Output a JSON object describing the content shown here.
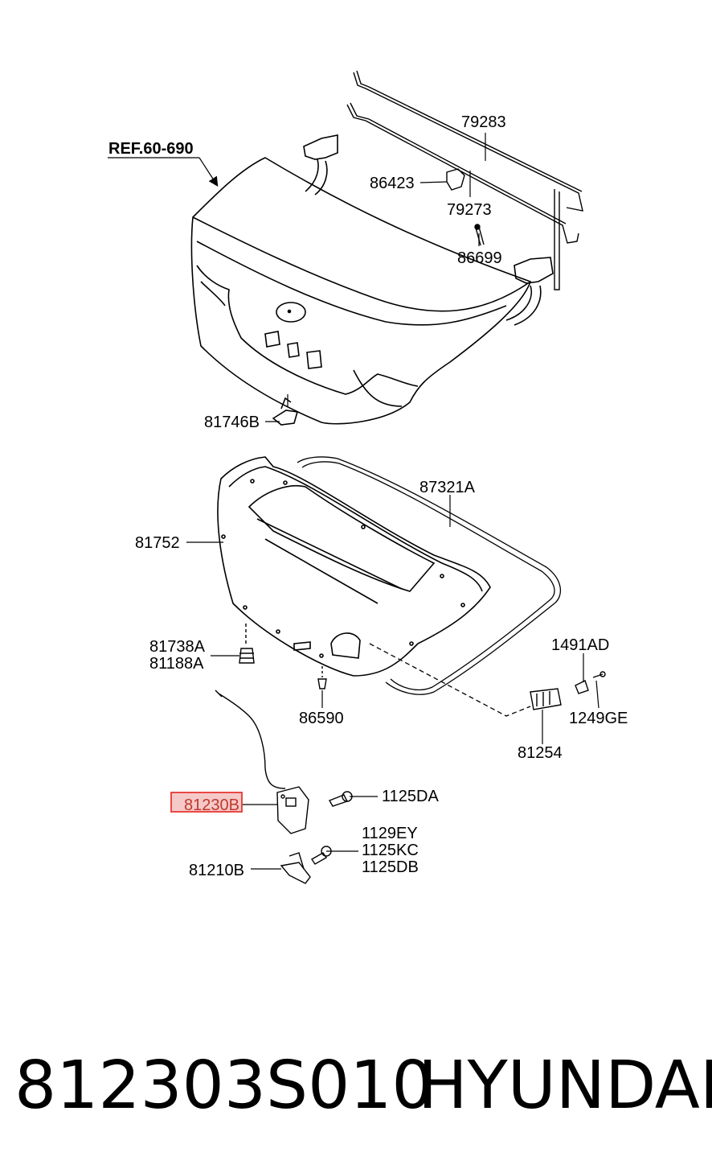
{
  "diagram": {
    "reference": "REF.60-690",
    "callouts": {
      "p79283": "79283",
      "p86423": "86423",
      "p79273": "79273",
      "p86699": "86699",
      "p81746B": "81746B",
      "p87321A": "87321A",
      "p81752": "81752",
      "p81738A": "81738A",
      "p81188A": "81188A",
      "p86590": "86590",
      "p1491AD": "1491AD",
      "p1249GE": "1249GE",
      "p81254": "81254",
      "p1125DA": "1125DA",
      "p81230B": "81230B",
      "p1129EY": "1129EY",
      "p1125KC": "1125KC",
      "p1125DB": "1125DB",
      "p81210B": "81210B"
    },
    "highlighted_part": "81230B",
    "highlight_color": "#e53935"
  },
  "footer": {
    "part_number": "812303S010",
    "brand": "HYUNDAI"
  }
}
